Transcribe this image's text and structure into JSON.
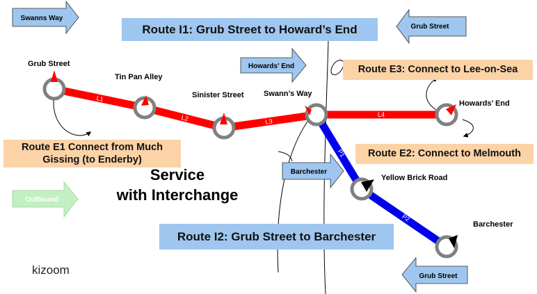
{
  "diagram": {
    "route_boxes": {
      "i1": "Route I1: Grub Street to Howard’s End",
      "i2": "Route I2: Grub Street to Barchester",
      "e1": "Route E1 Connect from Much Gissing (to Enderby)",
      "e2": "Route E2: Connect to Melmouth",
      "e3": "Route E3: Connect to Lee-on-Sea"
    },
    "service_text": [
      "Service",
      "with Interchange"
    ],
    "logo": "kizoom",
    "arrows": {
      "swanns_way": "Swanns Way",
      "grub_street_top": "Grub Street",
      "howards_end": "Howards' End",
      "barchester": "Barchester",
      "outbound": "Outbound",
      "grub_street_bottom": "Grub Street"
    },
    "stops": {
      "grub_street": "Grub Street",
      "tin_pan_alley": "Tin Pan Alley",
      "sinister_street": "Sinister Street",
      "swanns_way": "Swann’s Way",
      "howards_end": "Howards’ End",
      "yellow_brick_road": "Yellow Brick Road",
      "barchester": "Barchester"
    },
    "links": {
      "l1": "L1",
      "l2": "L2",
      "l3": "L3",
      "l4": "L4",
      "p1": "P1",
      "p2": "P2"
    },
    "colors": {
      "red_line": "#ff0000",
      "blue_line": "#0000ee",
      "stop_ring": "#808080",
      "arrow_fill": "#9fc6ee",
      "outbound_fill": "#c2f0c2",
      "orange_box": "#fbd3a7",
      "blue_box": "#9fc6ee"
    }
  }
}
